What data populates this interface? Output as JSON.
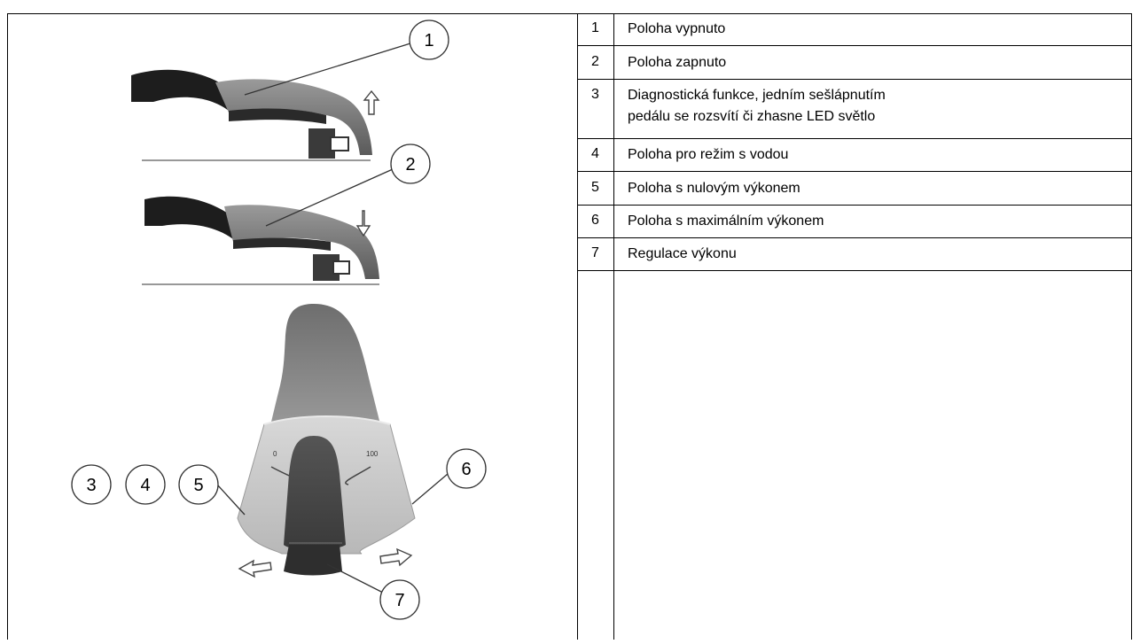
{
  "figure": {
    "callouts": [
      "1",
      "2",
      "3",
      "4",
      "5",
      "6",
      "7"
    ],
    "scale_min": "0",
    "scale_max": "100"
  },
  "legend": [
    {
      "num": "1",
      "text": "Poloha vypnuto"
    },
    {
      "num": "2",
      "text": "Poloha zapnuto"
    },
    {
      "num": "3",
      "text": "Diagnostická funkce, jedním sešlápnutím",
      "text2": "pedálu se rozsvítí či zhasne LED světlo"
    },
    {
      "num": "4",
      "text": "Poloha pro režim s vodou"
    },
    {
      "num": "5",
      "text": "Poloha s nulovým výkonem"
    },
    {
      "num": "6",
      "text": "Poloha s maximálním výkonem"
    },
    {
      "num": "7",
      "text": "Regulace výkonu"
    }
  ],
  "icons": [
    "arrow-up-icon",
    "arrow-down-icon",
    "arrow-left-icon",
    "arrow-right-icon"
  ]
}
